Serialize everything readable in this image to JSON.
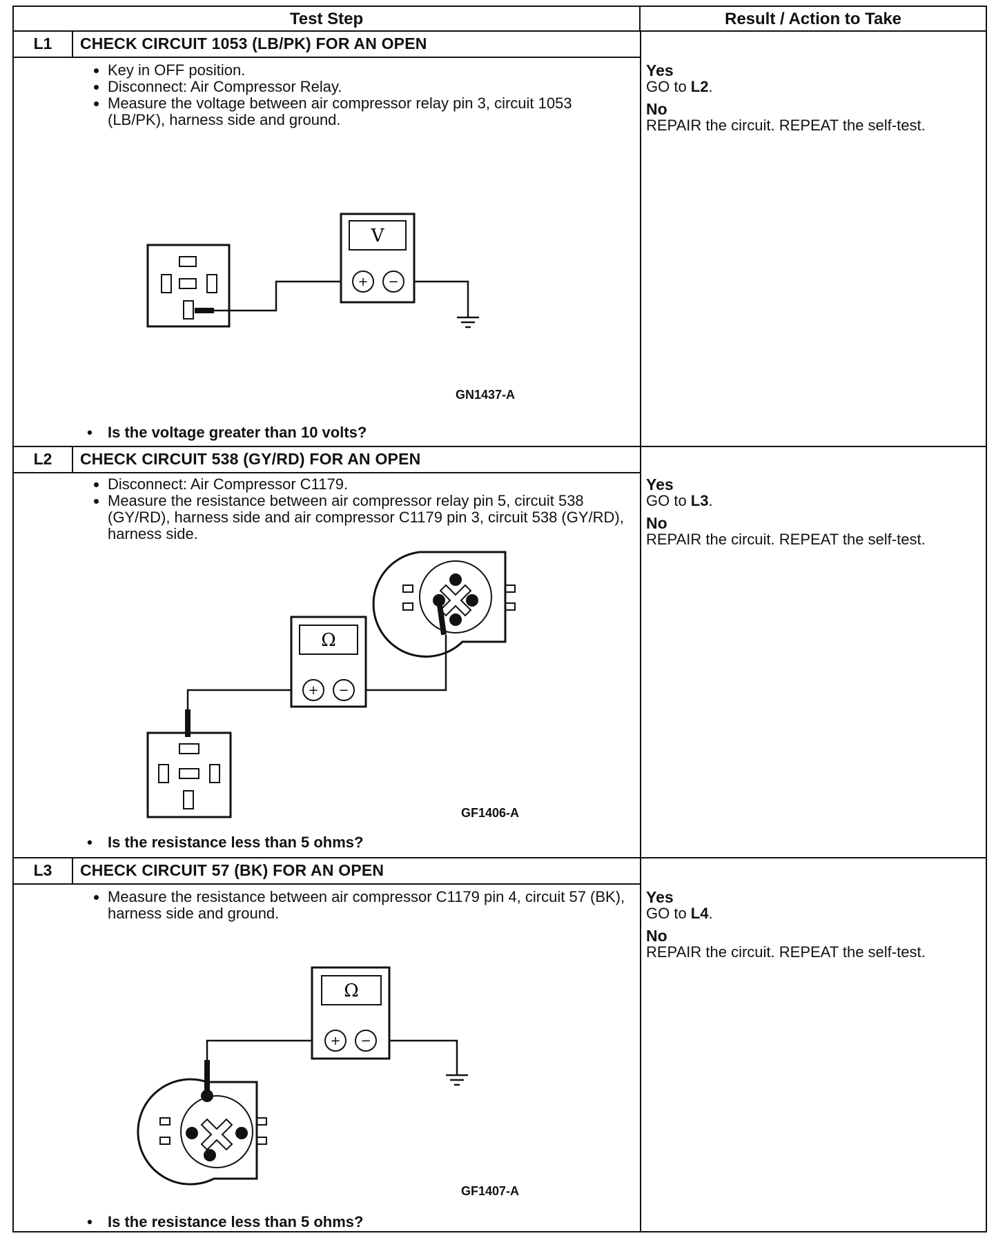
{
  "header": {
    "test_step": "Test Step",
    "result_action": "Result / Action to Take"
  },
  "steps": [
    {
      "id": "L1",
      "title": "CHECK CIRCUIT 1053 (LB/PK) FOR AN OPEN",
      "instructions": [
        "Key in OFF position.",
        "Disconnect: Air Compressor Relay.",
        "Measure the voltage between air compressor relay pin 3, circuit 1053 (LB/PK), harness side and ground."
      ],
      "figure_label": "GN1437-A",
      "meter_symbol": "V",
      "question": "Is the voltage greater than 10 volts?",
      "yes_label": "Yes",
      "yes_text": "GO to ",
      "yes_target": "L2",
      "yes_end": ".",
      "no_label": "No",
      "no_text": "REPAIR the circuit. REPEAT the self-test."
    },
    {
      "id": "L2",
      "title": "CHECK CIRCUIT 538 (GY/RD) FOR AN OPEN",
      "instructions": [
        "Disconnect: Air Compressor C1179.",
        "Measure the resistance between air compressor relay pin 5, circuit 538 (GY/RD), harness side and air compressor C1179 pin 3, circuit 538 (GY/RD), harness side."
      ],
      "figure_label": "GF1406-A",
      "meter_symbol": "Ω",
      "question": "Is the resistance less than 5 ohms?",
      "yes_label": "Yes",
      "yes_text": "GO to ",
      "yes_target": "L3",
      "yes_end": ".",
      "no_label": "No",
      "no_text": "REPAIR the circuit. REPEAT the self-test."
    },
    {
      "id": "L3",
      "title": "CHECK CIRCUIT 57 (BK) FOR AN OPEN",
      "instructions": [
        "Measure the resistance between air compressor C1179 pin 4, circuit 57 (BK), harness side and ground."
      ],
      "figure_label": "GF1407-A",
      "meter_symbol": "Ω",
      "question": "Is the resistance less than 5 ohms?",
      "yes_label": "Yes",
      "yes_text": "GO to ",
      "yes_target": "L4",
      "yes_end": ".",
      "no_label": "No",
      "no_text": "REPAIR the circuit. REPEAT the self-test."
    }
  ]
}
